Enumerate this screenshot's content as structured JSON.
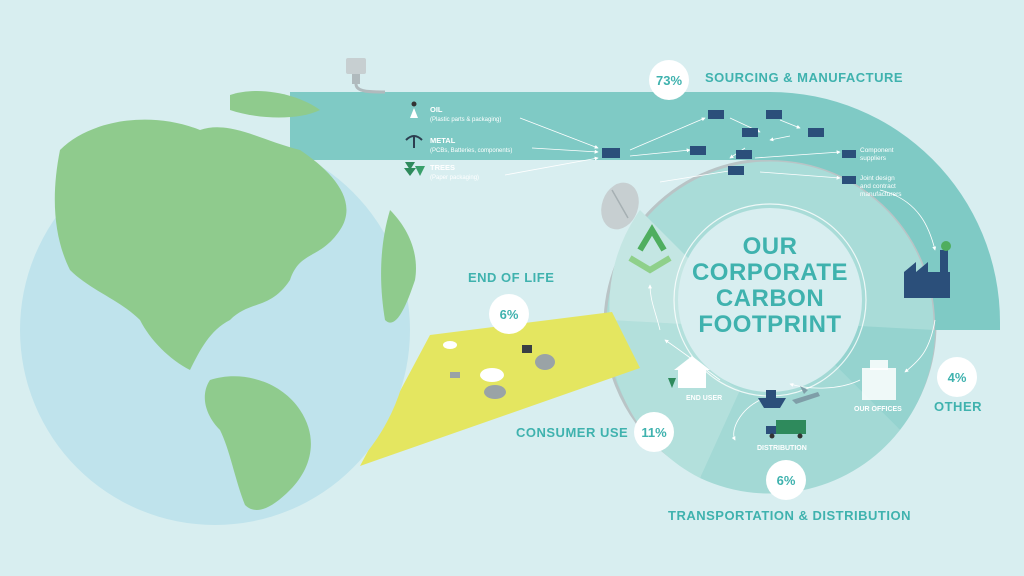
{
  "title_lines": [
    "OUR",
    "CORPORATE",
    "CARBON",
    "FOOTPRINT"
  ],
  "stages": {
    "sourcing": {
      "label": "SOURCING & MANUFACTURE",
      "pct": "73%"
    },
    "end_of_life": {
      "label": "END OF LIFE",
      "pct": "6%"
    },
    "consumer_use": {
      "label": "CONSUMER USE",
      "pct": "11%"
    },
    "transport": {
      "label": "TRANSPORTATION & DISTRIBUTION",
      "pct": "6%"
    },
    "other": {
      "label": "OTHER",
      "pct": "4%"
    }
  },
  "sources": [
    {
      "name": "OIL",
      "sub": "(Plastic parts & packaging)",
      "icon": "oil-derrick-icon"
    },
    {
      "name": "METAL",
      "sub": "(PCBs, Batteries, components)",
      "icon": "pickaxe-icon"
    },
    {
      "name": "TREES",
      "sub": "(Paper packaging)",
      "icon": "trees-icon"
    }
  ],
  "suppliers": {
    "component": [
      "Component",
      "suppliers"
    ],
    "joint": [
      "Joint design",
      "and contract",
      "manufacturers"
    ]
  },
  "nodes": {
    "end_user": "END USER",
    "distribution": "DISTRIBUTION",
    "our_offices": "OUR OFFICES"
  },
  "colors": {
    "background": "#d8eef0",
    "accent": "#3fb2ae",
    "band": "#7fcac5",
    "band_dark": "#5fbab4",
    "earth_water": "#bfe3ec",
    "earth_land": "#8fcb8d",
    "end_of_life_beam": "#e4e660"
  }
}
